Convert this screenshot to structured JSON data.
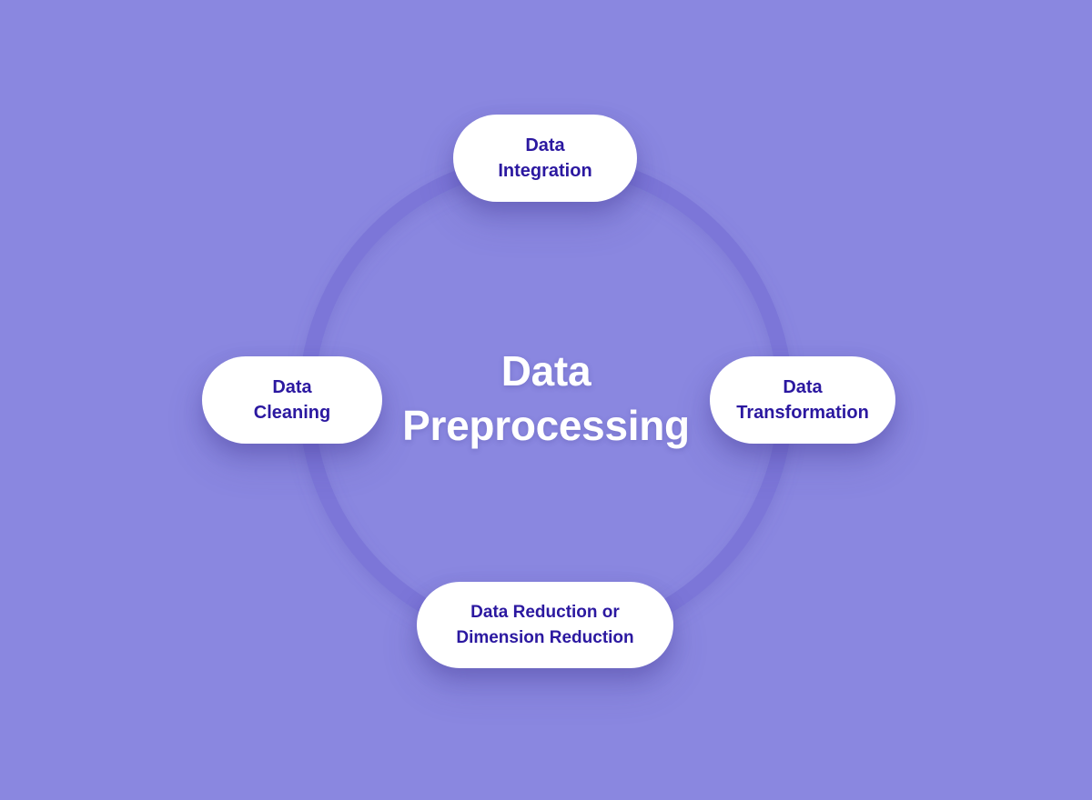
{
  "diagram": {
    "type": "cycle",
    "title_line_1": "Data",
    "title_line_2": "Preprocessing",
    "background_color": "#8a87e0",
    "ring_color": "#7b76d8",
    "node_fill_color": "#ffffff",
    "node_text_color": "#2b18a0",
    "title_text_color": "#ffffff",
    "nodes": [
      {
        "id": "data-integration",
        "position": "top",
        "line_1": "Data",
        "line_2": "Integration",
        "label": "Data\nIntegration"
      },
      {
        "id": "data-transformation",
        "position": "right",
        "line_1": "Data",
        "line_2": "Transformation",
        "label": "Data\nTransformation"
      },
      {
        "id": "data-reduction-or-dimension-reduction",
        "position": "bottom",
        "line_1": "Data Reduction or",
        "line_2": "Dimension Reduction",
        "label": "Data Reduction or\nDimension Reduction"
      },
      {
        "id": "data-cleaning",
        "position": "left",
        "line_1": "Data",
        "line_2": "Cleaning",
        "label": "Data\nCleaning"
      }
    ]
  }
}
